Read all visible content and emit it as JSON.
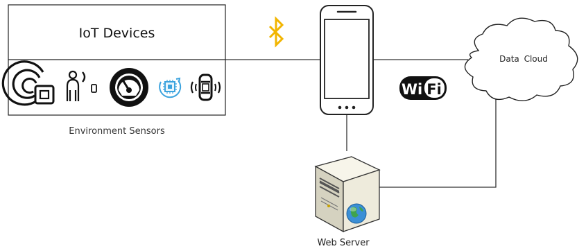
{
  "iot_box": {
    "title": "IoT Devices",
    "caption": "Environment Sensors",
    "sensor_icons": [
      "rfid-tag-icon",
      "person-proximity-icon",
      "gauge-icon",
      "chip-sensor-icon",
      "car-signal-icon"
    ]
  },
  "links": {
    "bluetooth_icon": "bluetooth-icon",
    "wifi_badge": "wifi-badge-icon"
  },
  "nodes": {
    "phone_icon": "smartphone-icon",
    "cloud_label": "Data Cloud",
    "server_label": "Web Server",
    "server_icon": "tower-server-icon",
    "globe_icon": "globe-icon"
  },
  "wifi_text_parts": [
    "Wi",
    "Fi"
  ],
  "colors": {
    "bluetooth": "#f2b500",
    "chip": "#3ca3de",
    "globe": "#3b8fd6",
    "lines": "#333333"
  }
}
